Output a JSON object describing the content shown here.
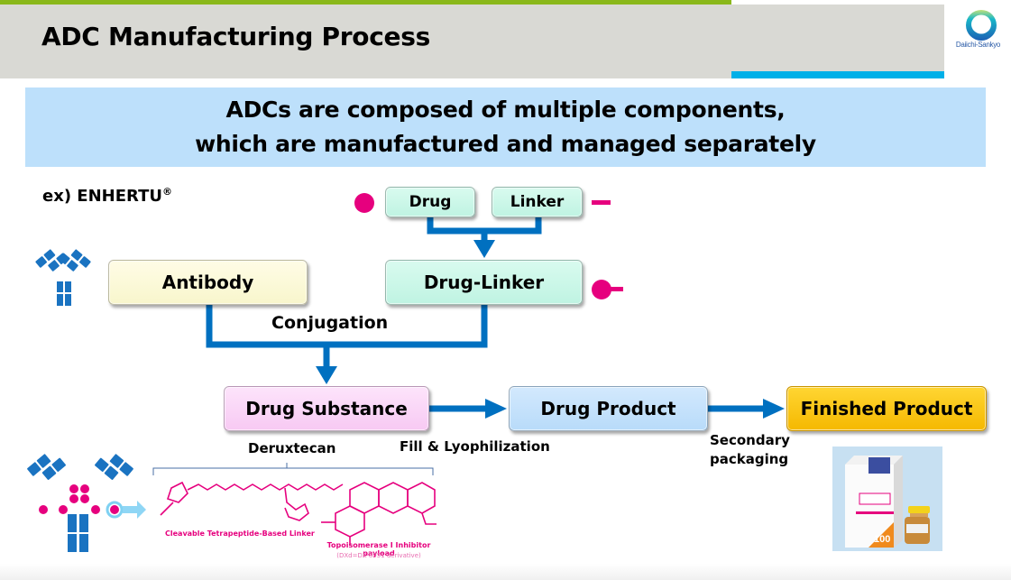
{
  "header": {
    "title": "ADC Manufacturing Process",
    "logo_text": "Daiichi-Sankyo",
    "colors": {
      "top_bar": "#8ab81a",
      "band": "#d9d9d4",
      "accent_bar": "#00b0e8"
    }
  },
  "banner": {
    "line1": "ADCs are composed of multiple components,",
    "line2": "which are manufactured and managed separately",
    "color": "#bde0fb"
  },
  "example": {
    "label": "ex) ENHERTU",
    "mark": "®"
  },
  "diagram": {
    "nodes": {
      "drug": "Drug",
      "linker": "Linker",
      "drug_linker": "Drug-Linker",
      "antibody": "Antibody",
      "drug_substance": "Drug Substance",
      "drug_product": "Drug Product",
      "finished_product": "Finished Product"
    },
    "steps": {
      "conjugation": "Conjugation",
      "fill": "Fill & Lyophilization",
      "secondary_line1": "Secondary",
      "secondary_line2": "packaging"
    },
    "substance_name": "Deruxtecan",
    "structure": {
      "linker_caption": "Cleavable Tetrapeptide-Based Linker",
      "payload_caption": "Topoisomerase I Inhibitor payload",
      "payload_sub": "(DXd=DX-8951 derivative)"
    },
    "colors": {
      "arrow": "#0070c0",
      "symbol": "#e6007e"
    }
  }
}
